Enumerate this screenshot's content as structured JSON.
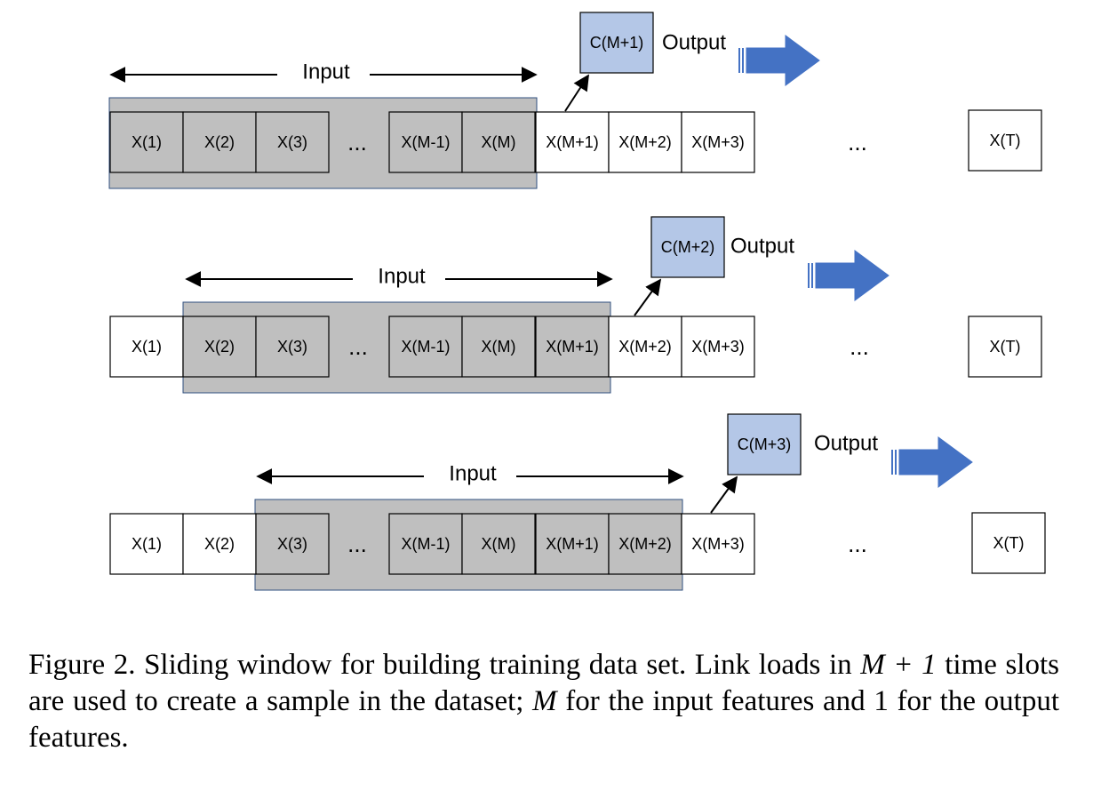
{
  "rows": [
    {
      "cells": [
        "X(1)",
        "X(2)",
        "X(3)",
        "...",
        "X(M-1)",
        "X(M)",
        "X(M+1)",
        "X(M+2)",
        "X(M+3)",
        "...",
        "X(T)"
      ],
      "input_label": "Input",
      "output_cell": "C(M+1)",
      "output_label": "Output"
    },
    {
      "cells": [
        "X(1)",
        "X(2)",
        "X(3)",
        "...",
        "X(M-1)",
        "X(M)",
        "X(M+1)",
        "X(M+2)",
        "X(M+3)",
        "...",
        "X(T)"
      ],
      "input_label": "Input",
      "output_cell": "C(M+2)",
      "output_label": "Output"
    },
    {
      "cells": [
        "X(1)",
        "X(2)",
        "X(3)",
        "...",
        "X(M-1)",
        "X(M)",
        "X(M+1)",
        "X(M+2)",
        "X(M+3)",
        "...",
        "X(T)"
      ],
      "input_label": "Input",
      "output_cell": "C(M+3)",
      "output_label": "Output"
    }
  ],
  "colors": {
    "window_fill": "#bfbfbf",
    "output_fill": "#b4c7e7",
    "arrow_fill": "#4472c4"
  },
  "caption": {
    "part1": "Figure 2.  Sliding window for building training data set. Link loads in ",
    "math1": "M + 1",
    "part2": " time slots are used to create a sample in the dataset; ",
    "math2": "M",
    "part3": " for the input features and 1 for the output features."
  }
}
